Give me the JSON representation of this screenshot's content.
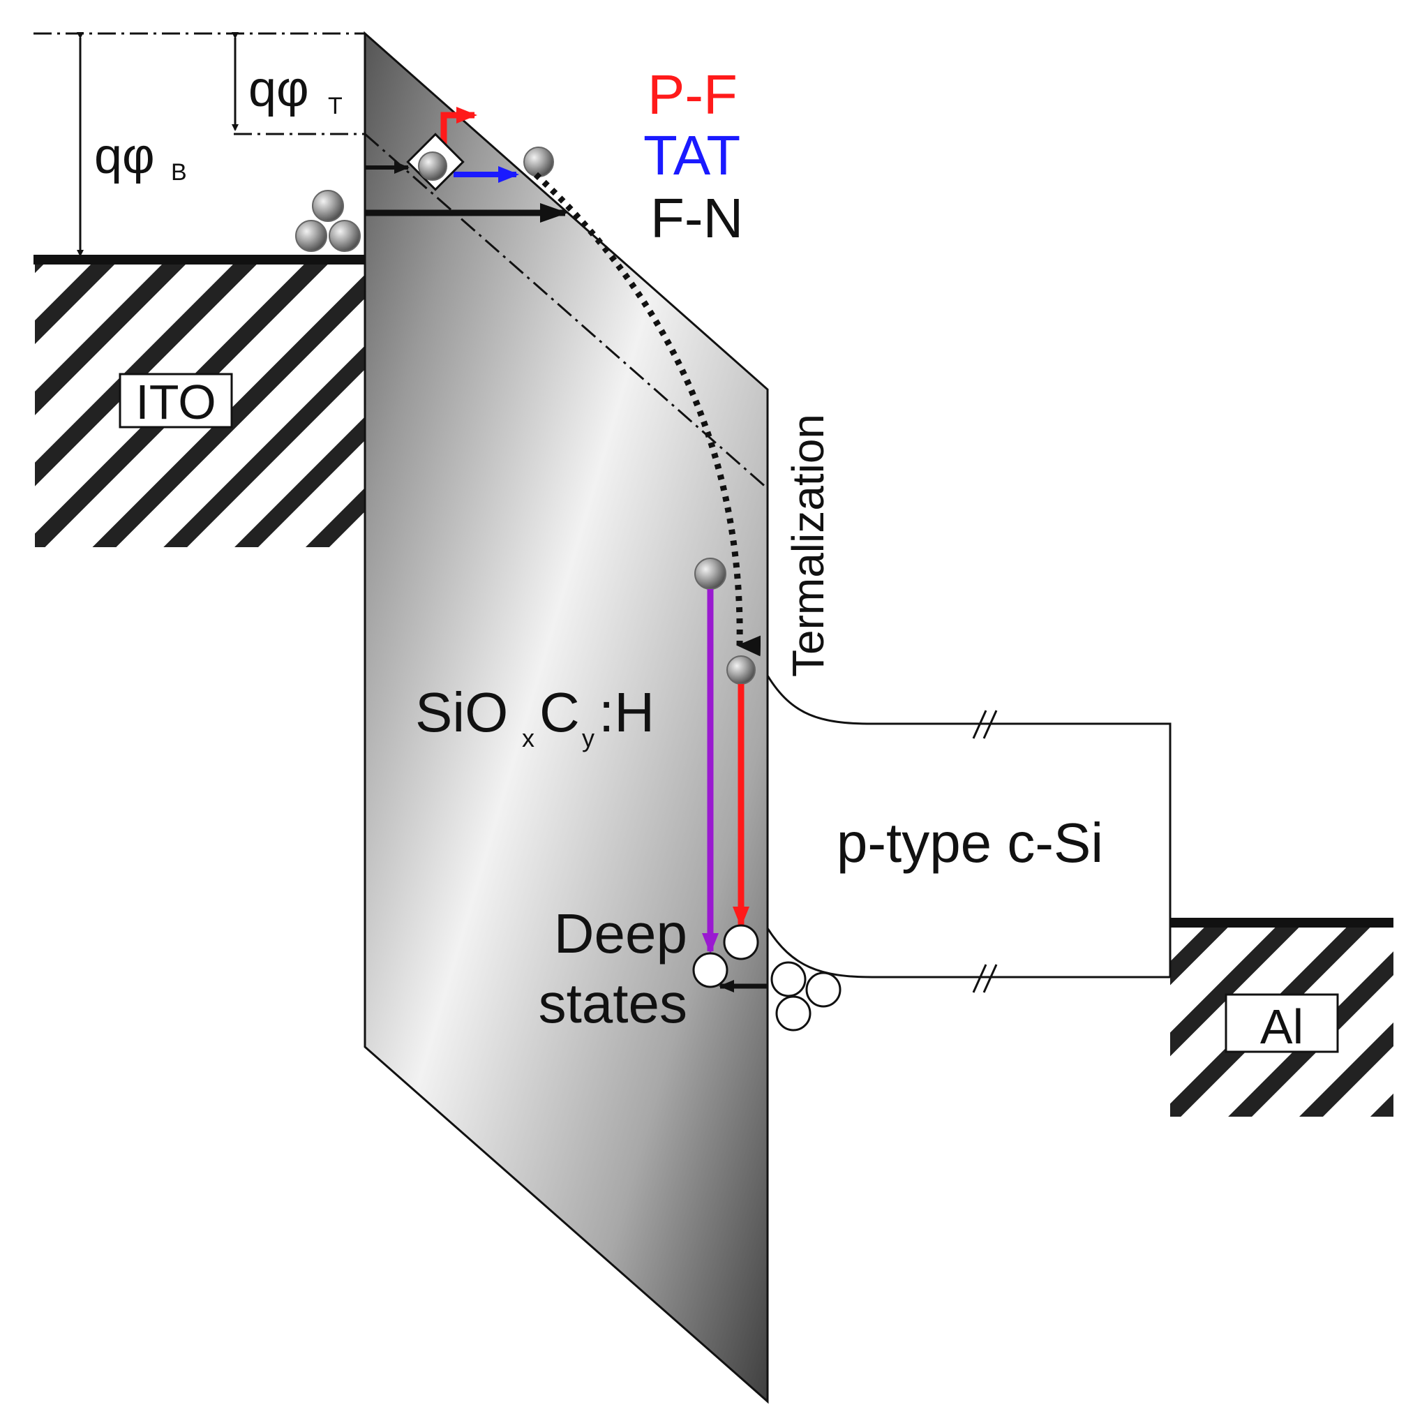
{
  "labels": {
    "q_phi_b": "qφ",
    "q_phi_b_sub": "B",
    "q_phi_t": "qφ",
    "q_phi_t_sub": "T",
    "ito": "ITO",
    "al": "Al",
    "oxide_main1": "SiO",
    "oxide_sub_x": "x",
    "oxide_main2": "C",
    "oxide_sub_y": "y",
    "oxide_main3": ":H",
    "silicon": "p-type c-Si",
    "deep_line1": "Deep",
    "deep_line2": "states",
    "thermalization": "Termalization"
  },
  "legend": [
    {
      "text": "P-F",
      "color": "#ff1a1a"
    },
    {
      "text": "TAT",
      "color": "#1a1aff"
    },
    {
      "text": "F-N",
      "color": "#111111"
    }
  ],
  "colors": {
    "pf": "#ff1a1a",
    "tat": "#1a1aff",
    "fn": "#111111",
    "recombination": "#9a1ad0"
  }
}
